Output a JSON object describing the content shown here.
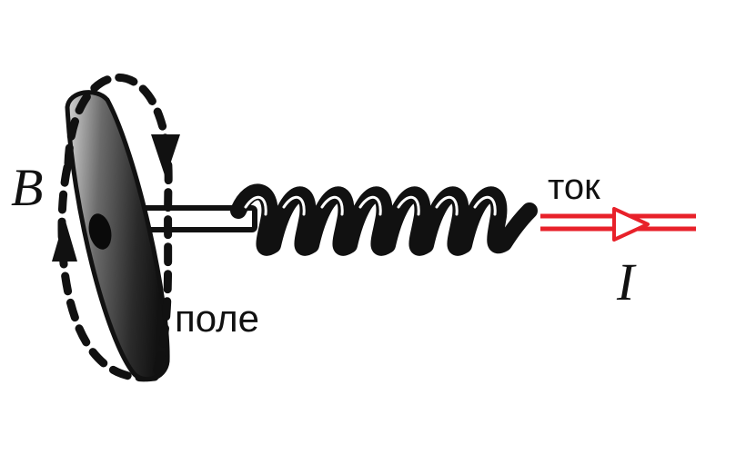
{
  "labels": {
    "field_symbol": "B",
    "current_symbol": "I",
    "current_word": "ток",
    "field_word": "поле"
  },
  "colors": {
    "current_arrow": "#e8212a",
    "ink": "#111111",
    "handle_light": "#cfcfcf",
    "handle_dark": "#151515"
  },
  "icons": {
    "tool": "corkscrew-icon",
    "field_loop": "circular-field-arrow-icon",
    "current_arrow": "current-direction-arrow-icon"
  }
}
